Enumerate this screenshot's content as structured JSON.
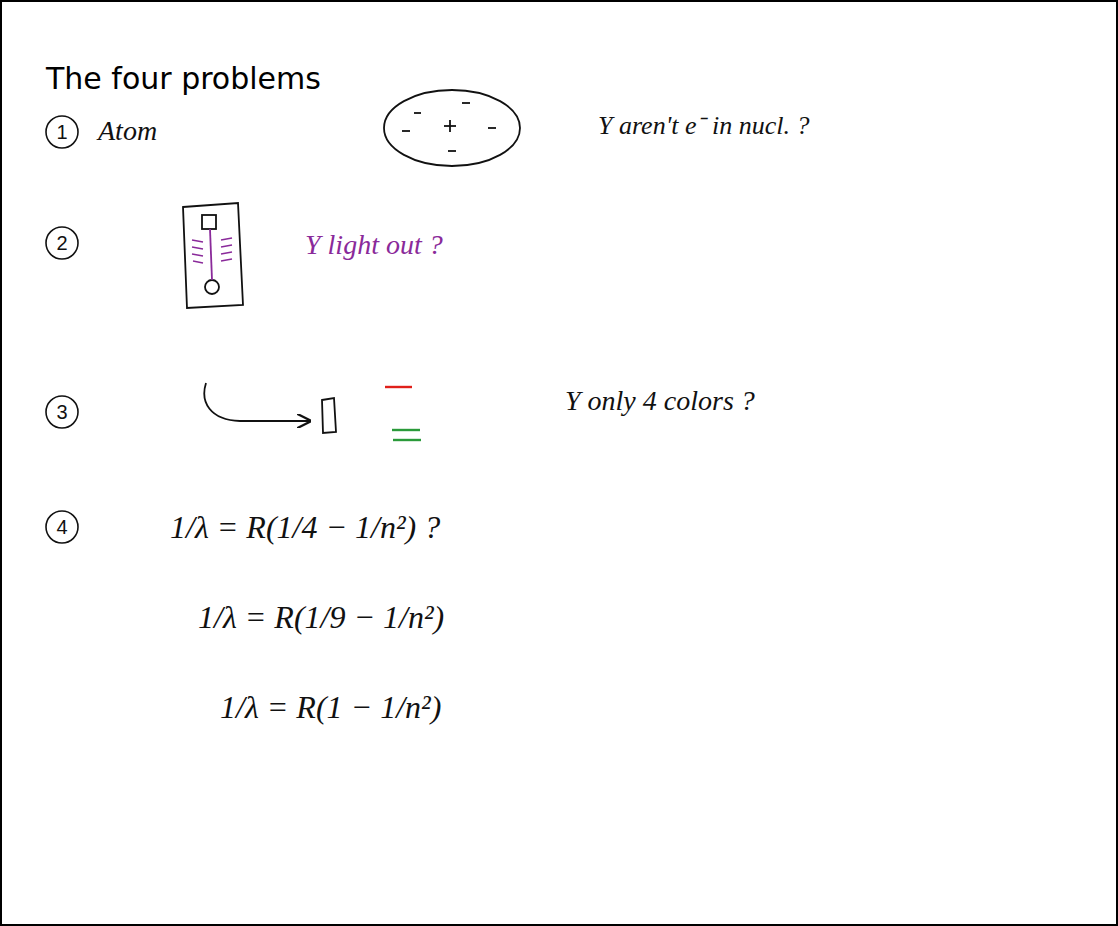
{
  "diagram": {
    "title": "The four problems",
    "labels": [
      "1",
      "Atom",
      "Y aren't e⁻ in nucl. ?",
      "2",
      "Y light out ?",
      "3",
      "Y only 4 colors ?",
      "4",
      "1/λ = R(1/4 − 1/n²) ?",
      "1/λ = R(1/9 − 1/n²)",
      "1/λ = R(1 − 1/n²)"
    ]
  }
}
